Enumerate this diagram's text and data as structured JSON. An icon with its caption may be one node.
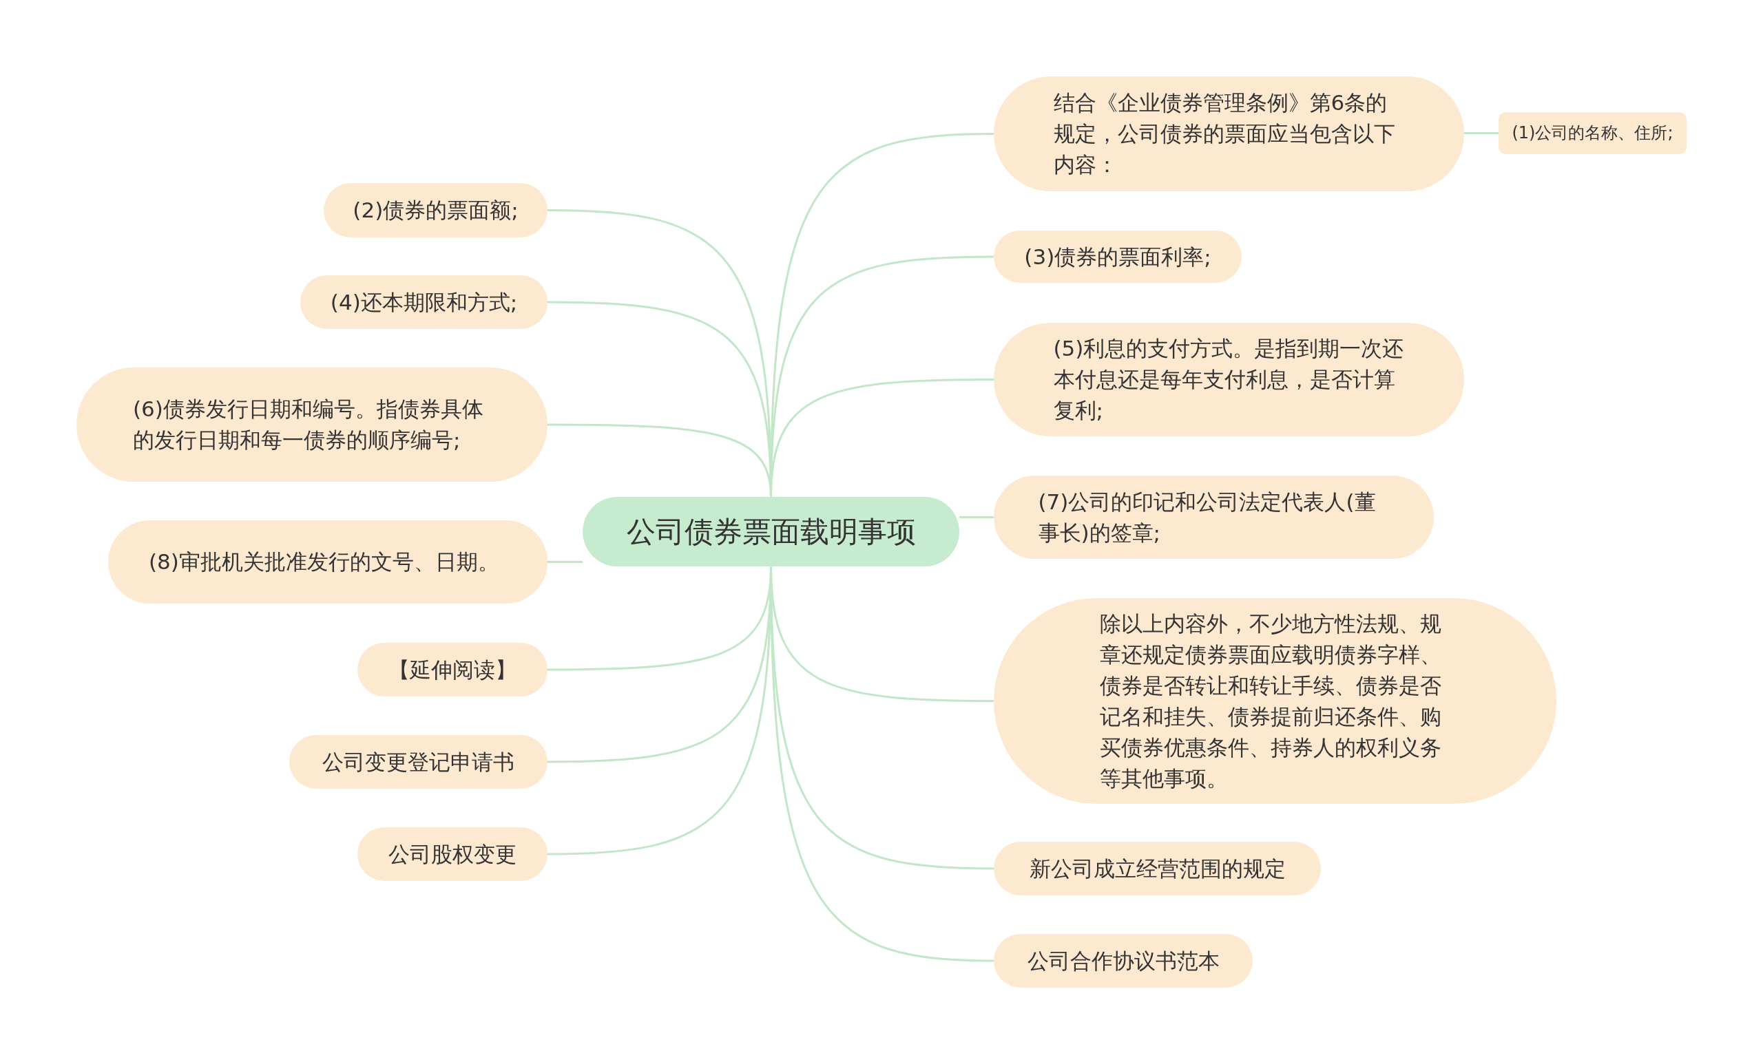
{
  "diagram": {
    "nodes": [
      {
        "text": [
          "公司债券票面载明事项"
        ]
      },
      {
        "text": [
          "(2)债券的票面额;"
        ]
      },
      {
        "text": [
          "(4)还本期限和方式;"
        ]
      },
      {
        "text": [
          "(6)债券发行日期和编号。指债券具体的发行日期和每一债券的顺序编号;"
        ]
      },
      {
        "text": [
          "(8)审批机关批准发行的文号、日期。"
        ]
      },
      {
        "text": [
          "【延伸阅读】"
        ]
      },
      {
        "text": [
          "公司变更登记申请书"
        ]
      },
      {
        "text": [
          "公司股权变更"
        ]
      },
      {
        "text": [
          "结合《企业债券管理条例》第6条的规定，公司债券的票面应当包含以下内容："
        ]
      },
      {
        "text": [
          "(1)公司的名称、住所;"
        ]
      },
      {
        "text": [
          "(3)债券的票面利率;"
        ]
      },
      {
        "text": [
          "(5)利息的支付方式。是指到期一次还本付息还是每年支付利息，是否计算复利;"
        ]
      },
      {
        "text": [
          "(7)公司的印记和公司法定代表人(董事长)的签章;"
        ]
      },
      {
        "text": [
          "除以上内容外，不少地方性法规、规章还规定债券票面应载明债券字样、债券是否转让和转让手续、债券是否记名和挂失、债券提前归还条件、购买债券优惠条件、持券人的权利义务等其他事项。"
        ]
      },
      {
        "text": [
          "新公司成立经营范围的规定"
        ]
      },
      {
        "text": [
          "公司合作协议书范本"
        ]
      }
    ],
    "edges": [
      {
        "from": 0,
        "to": 1,
        "arrow": "none"
      },
      {
        "from": 0,
        "to": 2,
        "arrow": "none"
      },
      {
        "from": 0,
        "to": 3,
        "arrow": "none"
      },
      {
        "from": 0,
        "to": 4,
        "arrow": "none"
      },
      {
        "from": 0,
        "to": 5,
        "arrow": "none"
      },
      {
        "from": 0,
        "to": 6,
        "arrow": "none"
      },
      {
        "from": 0,
        "to": 7,
        "arrow": "none"
      },
      {
        "from": 0,
        "to": 8,
        "arrow": "none"
      },
      {
        "from": 8,
        "to": 9,
        "arrow": "none"
      },
      {
        "from": 0,
        "to": 10,
        "arrow": "none"
      },
      {
        "from": 0,
        "to": 11,
        "arrow": "none"
      },
      {
        "from": 0,
        "to": 12,
        "arrow": "none"
      },
      {
        "from": 0,
        "to": 13,
        "arrow": "none"
      },
      {
        "from": 0,
        "to": 14,
        "arrow": "none"
      },
      {
        "from": 0,
        "to": 15,
        "arrow": "none"
      }
    ]
  }
}
